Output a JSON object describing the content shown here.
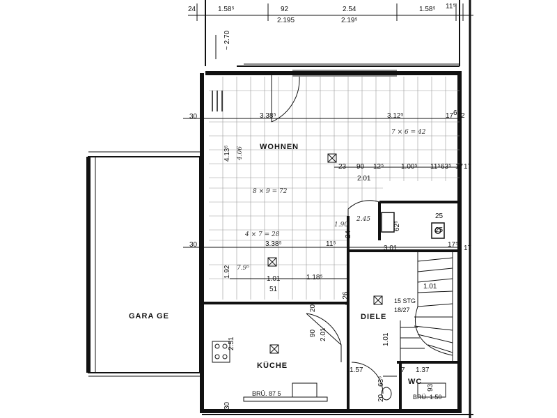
{
  "plan": {
    "rooms": {
      "wohnen": "WOHNEN",
      "garage": "GARA GE",
      "kueche": "KÜCHE",
      "diele": "DIELE",
      "wc": "WC"
    },
    "stairs": {
      "steps": "15 STG",
      "ratio": "18/27"
    },
    "dimensions": {
      "top": [
        "24",
        "1.58⁵",
        "92",
        "2.54",
        "1.58⁵",
        "11⁵",
        "2.195",
        "2.19⁵"
      ],
      "height_top": "~ 2.70",
      "wohnen_row": [
        "30",
        "3.38⁵",
        "3.12⁵",
        "17",
        "6⁵",
        "2"
      ],
      "wohnen_height": "4.13⁵",
      "mid_row": [
        "23",
        "90",
        "12⁵",
        "1.00⁵",
        "11⁵",
        "63⁵",
        "17",
        "17"
      ],
      "mid_total": "2.01",
      "lower_row": [
        "30",
        "3.38⁵",
        "11⁵",
        "24",
        "3.01",
        "17⁵",
        "2",
        "17"
      ],
      "fireplace": [
        "25",
        "62⁵",
        "25"
      ],
      "dining_height": "1.92",
      "dining_row": [
        "1.01",
        "51",
        "1.18⁵"
      ],
      "diele_height": "4.26",
      "stair_width": "1.01",
      "kueche": [
        "20",
        "90",
        "2.01",
        "2.51",
        "30"
      ],
      "kueche_counter": "BRÜ. 87 5",
      "wc_row": [
        "1.57",
        "7",
        "1.37",
        "63⁵",
        "93",
        "20",
        "BRÜ. 1.50"
      ],
      "diele_note": "1.01"
    },
    "handwritten": [
      "4.06",
      "7 × 6 = 42",
      "8 × 9 = 72",
      "4 × 7 = 28",
      "7.9⁵",
      "2.45",
      "1.90"
    ]
  }
}
